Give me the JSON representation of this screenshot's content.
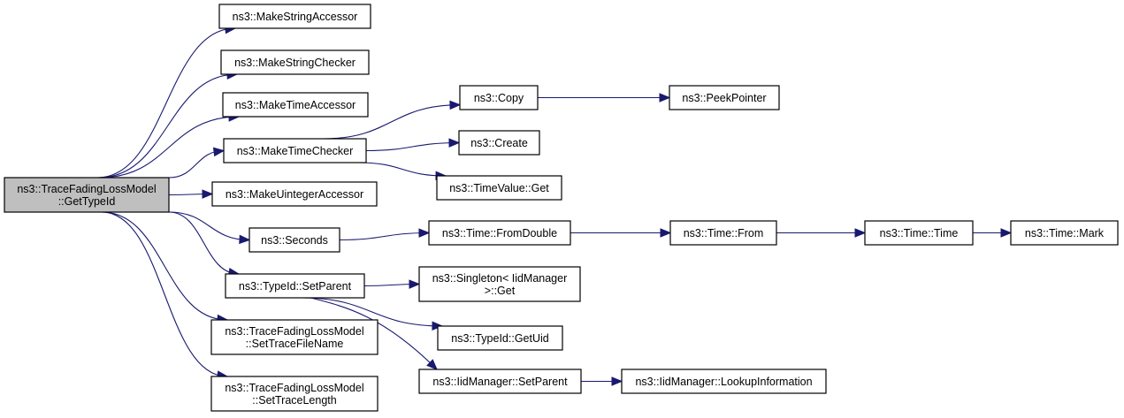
{
  "title": "ns3::TraceFadingLossModel::GetTypeId call graph",
  "colors": {
    "edge": "#191970",
    "root_fill": "#bfbfbf",
    "node_fill": "#ffffff",
    "border": "#000000"
  },
  "nodes": [
    {
      "id": "root",
      "lines": [
        "ns3::TraceFadingLossModel",
        "::GetTypeId"
      ],
      "root": true
    },
    {
      "id": "makeStringAccessor",
      "lines": [
        "ns3::MakeStringAccessor"
      ]
    },
    {
      "id": "makeStringChecker",
      "lines": [
        "ns3::MakeStringChecker"
      ]
    },
    {
      "id": "makeTimeAccessor",
      "lines": [
        "ns3::MakeTimeAccessor"
      ]
    },
    {
      "id": "makeTimeChecker",
      "lines": [
        "ns3::MakeTimeChecker"
      ]
    },
    {
      "id": "makeUintegerAccessor",
      "lines": [
        "ns3::MakeUintegerAccessor"
      ]
    },
    {
      "id": "seconds",
      "lines": [
        "ns3::Seconds"
      ]
    },
    {
      "id": "typeIdSetParent",
      "lines": [
        "ns3::TypeId::SetParent"
      ]
    },
    {
      "id": "setTraceFileName",
      "lines": [
        "ns3::TraceFadingLossModel",
        "::SetTraceFileName"
      ]
    },
    {
      "id": "setTraceLength",
      "lines": [
        "ns3::TraceFadingLossModel",
        "::SetTraceLength"
      ]
    },
    {
      "id": "copy",
      "lines": [
        "ns3::Copy"
      ]
    },
    {
      "id": "create",
      "lines": [
        "ns3::Create"
      ]
    },
    {
      "id": "timeValueGet",
      "lines": [
        "ns3::TimeValue::Get"
      ]
    },
    {
      "id": "peekPointer",
      "lines": [
        "ns3::PeekPointer"
      ]
    },
    {
      "id": "fromDouble",
      "lines": [
        "ns3::Time::FromDouble"
      ]
    },
    {
      "id": "timeFrom",
      "lines": [
        "ns3::Time::From"
      ]
    },
    {
      "id": "timeTime",
      "lines": [
        "ns3::Time::Time"
      ]
    },
    {
      "id": "timeMark",
      "lines": [
        "ns3::Time::Mark"
      ]
    },
    {
      "id": "singletonGet",
      "lines": [
        "ns3::Singleton< IidManager",
        ">::Get"
      ]
    },
    {
      "id": "getUid",
      "lines": [
        "ns3::TypeId::GetUid"
      ]
    },
    {
      "id": "iidSetParent",
      "lines": [
        "ns3::IidManager::SetParent"
      ]
    },
    {
      "id": "lookupInformation",
      "lines": [
        "ns3::IidManager::LookupInformation"
      ]
    }
  ],
  "edges": [
    {
      "from": "root",
      "to": "makeStringAccessor"
    },
    {
      "from": "root",
      "to": "makeStringChecker"
    },
    {
      "from": "root",
      "to": "makeTimeAccessor"
    },
    {
      "from": "root",
      "to": "makeTimeChecker"
    },
    {
      "from": "root",
      "to": "makeUintegerAccessor"
    },
    {
      "from": "root",
      "to": "seconds"
    },
    {
      "from": "root",
      "to": "typeIdSetParent"
    },
    {
      "from": "root",
      "to": "setTraceFileName"
    },
    {
      "from": "root",
      "to": "setTraceLength"
    },
    {
      "from": "makeTimeChecker",
      "to": "copy"
    },
    {
      "from": "makeTimeChecker",
      "to": "create"
    },
    {
      "from": "makeTimeChecker",
      "to": "timeValueGet"
    },
    {
      "from": "copy",
      "to": "peekPointer"
    },
    {
      "from": "seconds",
      "to": "fromDouble"
    },
    {
      "from": "fromDouble",
      "to": "timeFrom"
    },
    {
      "from": "timeFrom",
      "to": "timeTime"
    },
    {
      "from": "timeTime",
      "to": "timeMark"
    },
    {
      "from": "typeIdSetParent",
      "to": "singletonGet"
    },
    {
      "from": "typeIdSetParent",
      "to": "getUid"
    },
    {
      "from": "typeIdSetParent",
      "to": "iidSetParent"
    },
    {
      "from": "iidSetParent",
      "to": "lookupInformation"
    }
  ]
}
